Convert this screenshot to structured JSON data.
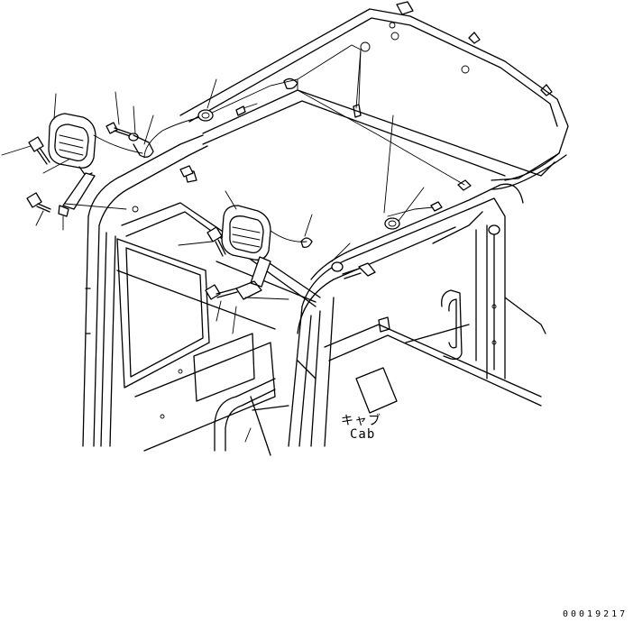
{
  "callout": {
    "label_jp": "キャブ",
    "label_en": "Cab"
  },
  "drawing_number": "00019217"
}
